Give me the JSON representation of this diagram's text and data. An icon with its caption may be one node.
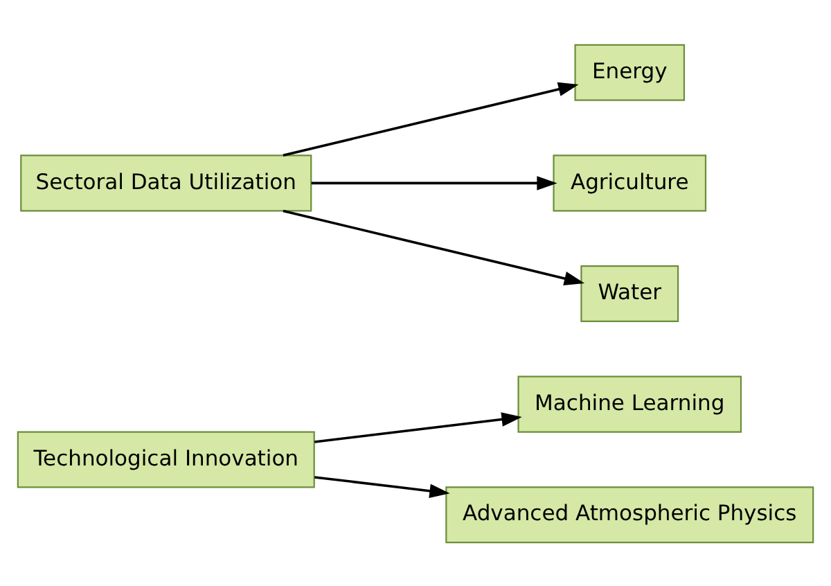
{
  "diagram": {
    "nodes": [
      {
        "text": [
          "Technological Innovation"
        ]
      },
      {
        "text": [
          "Machine Learning"
        ]
      },
      {
        "text": [
          "Advanced Atmospheric Physics"
        ]
      },
      {
        "text": [
          "Sectoral Data Utilization"
        ]
      },
      {
        "text": [
          "Energy"
        ]
      },
      {
        "text": [
          "Agriculture"
        ]
      },
      {
        "text": [
          "Water"
        ]
      }
    ],
    "edges": [
      {
        "from": 0,
        "to": 1,
        "arrow": "to"
      },
      {
        "from": 0,
        "to": 2,
        "arrow": "to"
      },
      {
        "from": 3,
        "to": 4,
        "arrow": "to"
      },
      {
        "from": 3,
        "to": 5,
        "arrow": "to"
      },
      {
        "from": 3,
        "to": 6,
        "arrow": "to"
      }
    ]
  }
}
